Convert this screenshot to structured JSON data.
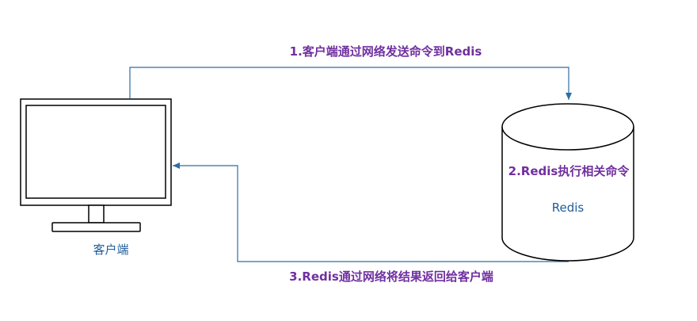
{
  "client": {
    "label": "客户端"
  },
  "server": {
    "label": "Redis",
    "step_label": "2.Redis执行相关命令"
  },
  "arrows": {
    "request_label": "1.客户端通过网络发送命令到Redis",
    "response_label": "3.Redis通过网络将结果返回给客户端"
  },
  "colors": {
    "arrow": "#2e6da4",
    "step_text": "#7030a0",
    "node_text": "#1f5c99",
    "outline": "#000000"
  }
}
